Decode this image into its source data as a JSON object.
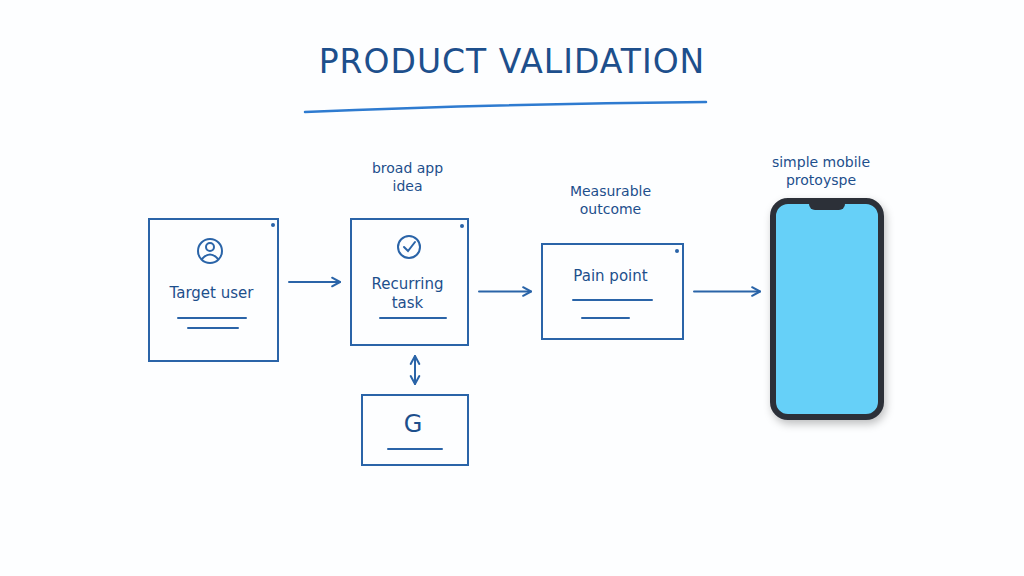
{
  "diagram": {
    "title": "PRODUCT VALIDATION",
    "nodes": [
      {
        "text": [
          "Target user"
        ]
      },
      {
        "text": [
          "broad app idea",
          "Recurring task"
        ]
      },
      {
        "text": [
          "Measurable outcome",
          "Pain point"
        ]
      },
      {
        "text": [
          "simple mobile protoyspe"
        ]
      },
      {
        "text": [
          "G"
        ]
      }
    ],
    "edges": [
      {
        "from": 0,
        "to": 1,
        "arrow": "to"
      },
      {
        "from": 1,
        "to": 2,
        "arrow": "to"
      },
      {
        "from": 2,
        "to": 3,
        "arrow": "to"
      },
      {
        "from": 1,
        "to": 4,
        "arrow": "both"
      }
    ]
  }
}
